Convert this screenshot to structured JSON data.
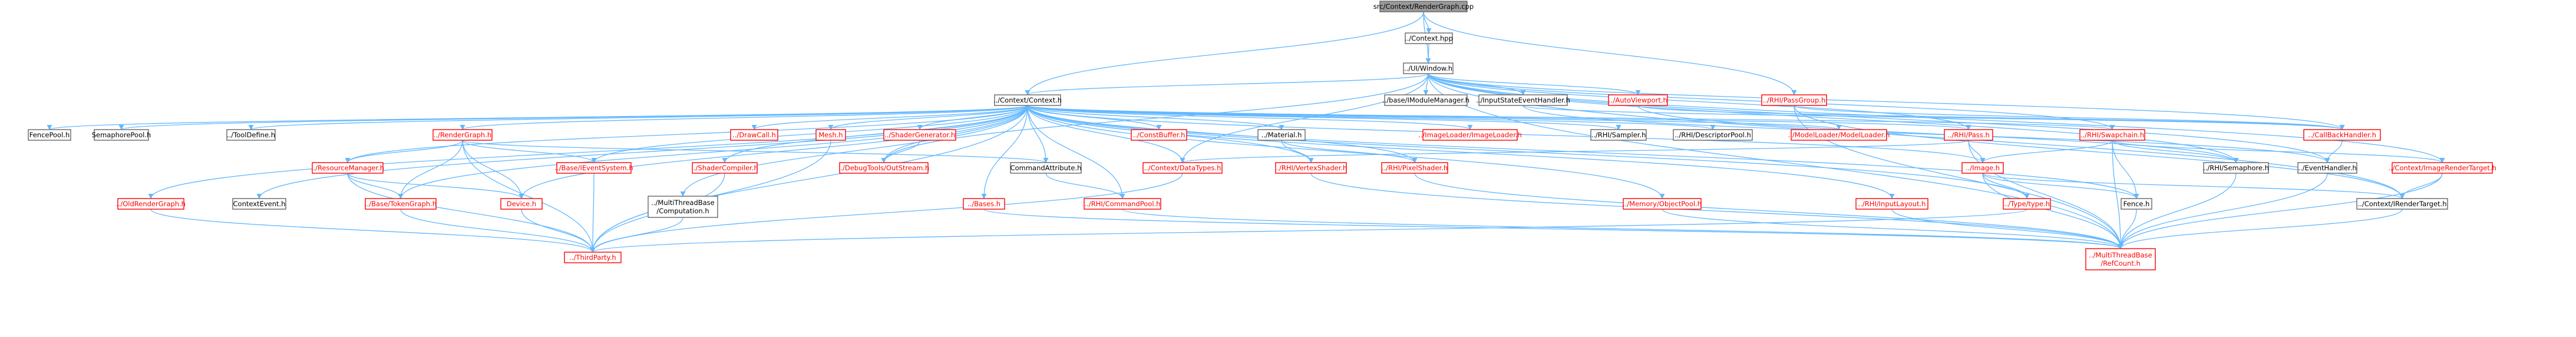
{
  "colors": {
    "root_fill": "#999999",
    "node_fill": "#ffffff",
    "node_border": "#666666",
    "red_text": "#ff0000",
    "black_text": "#000000",
    "edge": "#63b8ff"
  },
  "nodes": [
    {
      "id": "root",
      "label": "src/Context/RenderGraph.cpp",
      "style": "root"
    },
    {
      "id": "ctxhpp",
      "label": "../Context.hpp",
      "style": "black"
    },
    {
      "id": "uiwin",
      "label": "../UI/Window.h",
      "style": "black"
    },
    {
      "id": "ctxh",
      "label": "../Context/Context.h",
      "style": "black"
    },
    {
      "id": "basemod",
      "label": "../base/IModuleManager.h",
      "style": "black"
    },
    {
      "id": "inputstate",
      "label": "../InputStateEventHandler.h",
      "style": "black"
    },
    {
      "id": "autovp",
      "label": "../AutoViewport.h",
      "style": "red"
    },
    {
      "id": "passgroup",
      "label": "../RHI/PassGroup.h",
      "style": "red"
    },
    {
      "id": "fencepool",
      "label": "FencePool.h",
      "style": "black"
    },
    {
      "id": "sempool",
      "label": "SemaphorePool.h",
      "style": "black"
    },
    {
      "id": "tooldef",
      "label": "../ToolDefine.h",
      "style": "black"
    },
    {
      "id": "rendergraph",
      "label": "../RenderGraph.h",
      "style": "red"
    },
    {
      "id": "drawcall",
      "label": "../DrawCall.h",
      "style": "red"
    },
    {
      "id": "mesh",
      "label": "Mesh.h",
      "style": "red"
    },
    {
      "id": "shadergen",
      "label": "../ShaderGenerator.h",
      "style": "red"
    },
    {
      "id": "constbuf",
      "label": "../ConstBuffer.h",
      "style": "red"
    },
    {
      "id": "material",
      "label": "../Material.h",
      "style": "black"
    },
    {
      "id": "imgloader",
      "label": "../ImageLoader/ImageLoader.h",
      "style": "red"
    },
    {
      "id": "rhisampler",
      "label": "../RHI/Sampler.h",
      "style": "black"
    },
    {
      "id": "descpool",
      "label": "../RHI/DescriptorPool.h",
      "style": "black"
    },
    {
      "id": "modelloader",
      "label": "../ModelLoader/ModelLoader.h",
      "style": "red"
    },
    {
      "id": "rhipass",
      "label": "../RHI/Pass.h",
      "style": "red"
    },
    {
      "id": "swapchain",
      "label": "../RHI/Swapchain.h",
      "style": "red"
    },
    {
      "id": "callback",
      "label": "../CallBackHandler.h",
      "style": "red"
    },
    {
      "id": "oldrg",
      "label": "../OldRenderGraph.h",
      "style": "red"
    },
    {
      "id": "resmgr",
      "label": "../ResourceManager.h",
      "style": "red"
    },
    {
      "id": "basefs",
      "label": "../Base/IEventSystem.h",
      "style": "red"
    },
    {
      "id": "shadercomp",
      "label": "../ShaderCompiler.h",
      "style": "red"
    },
    {
      "id": "debugtools",
      "label": "../DebugTools/OutStream.h",
      "style": "red"
    },
    {
      "id": "cmdattr",
      "label": "CommandAttribute.h",
      "style": "black"
    },
    {
      "id": "datatypes",
      "label": "../Context/DataTypes.h",
      "style": "red"
    },
    {
      "id": "rhivs",
      "label": "../RHI/VertexShader.h",
      "style": "red"
    },
    {
      "id": "rhips",
      "label": "../RHI/PixelShader.h",
      "style": "red"
    },
    {
      "id": "image",
      "label": "../Image.h",
      "style": "red"
    },
    {
      "id": "rhisem",
      "label": "../RHI/Semaphore.h",
      "style": "black"
    },
    {
      "id": "eventhandler",
      "label": "../EventHandler.h",
      "style": "black"
    },
    {
      "id": "imgrt",
      "label": "../Context/ImageRenderTarget.h",
      "style": "red"
    },
    {
      "id": "ctxevent",
      "label": "ContextEvent.h",
      "style": "black"
    },
    {
      "id": "basetoken",
      "label": "../Base/TokenGraph.h",
      "style": "red"
    },
    {
      "id": "device",
      "label": "Device.h",
      "style": "red"
    },
    {
      "id": "mtcomp",
      "label": "../MultiThreadBase\n/Computation.h",
      "style": "black"
    },
    {
      "id": "bases",
      "label": "../Bases.h",
      "style": "red"
    },
    {
      "id": "cmdpool",
      "label": "../RHI/CommandPool.h",
      "style": "red"
    },
    {
      "id": "mempool",
      "label": "../Memory/ObjectPool.h",
      "style": "red"
    },
    {
      "id": "inputlayout",
      "label": "../RHI/InputLayout.h",
      "style": "red"
    },
    {
      "id": "typetype",
      "label": "../Type/type.h",
      "style": "red"
    },
    {
      "id": "fence",
      "label": "Fence.h",
      "style": "black"
    },
    {
      "id": "irendertarget",
      "label": "../Context/IRenderTarget.h",
      "style": "black"
    },
    {
      "id": "thirdparty",
      "label": "../ThirdParty.h",
      "style": "red"
    },
    {
      "id": "refcount",
      "label": "../MultiThreadBase\n/RefCount.h",
      "style": "red"
    }
  ],
  "edges": [
    [
      "root",
      "ctxhpp"
    ],
    [
      "root",
      "uiwin"
    ],
    [
      "root",
      "ctxh"
    ],
    [
      "root",
      "passgroup"
    ],
    [
      "ctxhpp",
      "uiwin"
    ],
    [
      "uiwin",
      "ctxh"
    ],
    [
      "uiwin",
      "basemod"
    ],
    [
      "uiwin",
      "inputstate"
    ],
    [
      "uiwin",
      "autovp"
    ],
    [
      "uiwin",
      "callback"
    ],
    [
      "uiwin",
      "rhipass"
    ],
    [
      "uiwin",
      "swapchain"
    ],
    [
      "uiwin",
      "eventhandler"
    ],
    [
      "uiwin",
      "imgrt"
    ],
    [
      "uiwin",
      "irendertarget"
    ],
    [
      "uiwin",
      "rhisem"
    ],
    [
      "uiwin",
      "datatypes"
    ],
    [
      "uiwin",
      "refcount"
    ],
    [
      "uiwin",
      "debugtools"
    ],
    [
      "ctxh",
      "fencepool"
    ],
    [
      "ctxh",
      "sempool"
    ],
    [
      "ctxh",
      "tooldef"
    ],
    [
      "ctxh",
      "rendergraph"
    ],
    [
      "ctxh",
      "drawcall"
    ],
    [
      "ctxh",
      "mesh"
    ],
    [
      "ctxh",
      "shadergen"
    ],
    [
      "ctxh",
      "constbuf"
    ],
    [
      "ctxh",
      "material"
    ],
    [
      "ctxh",
      "imgloader"
    ],
    [
      "ctxh",
      "rhisampler"
    ],
    [
      "ctxh",
      "descpool"
    ],
    [
      "ctxh",
      "modelloader"
    ],
    [
      "ctxh",
      "rhipass"
    ],
    [
      "ctxh",
      "swapchain"
    ],
    [
      "ctxh",
      "oldrg"
    ],
    [
      "ctxh",
      "ctxevent"
    ],
    [
      "ctxh",
      "device"
    ],
    [
      "ctxh",
      "mtcomp"
    ],
    [
      "ctxh",
      "bases"
    ],
    [
      "ctxh",
      "cmdpool"
    ],
    [
      "ctxh",
      "mempool"
    ],
    [
      "ctxh",
      "inputlayout"
    ],
    [
      "ctxh",
      "typetype"
    ],
    [
      "ctxh",
      "fence"
    ],
    [
      "ctxh",
      "image"
    ],
    [
      "ctxh",
      "cmdattr"
    ],
    [
      "ctxh",
      "datatypes"
    ],
    [
      "ctxh",
      "rhivs"
    ],
    [
      "ctxh",
      "rhips"
    ],
    [
      "ctxh",
      "basefs"
    ],
    [
      "ctxh",
      "shadercomp"
    ],
    [
      "ctxh",
      "debugtools"
    ],
    [
      "ctxh",
      "resmgr"
    ],
    [
      "ctxh",
      "basetoken"
    ],
    [
      "ctxh",
      "thirdparty"
    ],
    [
      "inputstate",
      "eventhandler"
    ],
    [
      "inputstate",
      "callback"
    ],
    [
      "autovp",
      "callback"
    ],
    [
      "autovp",
      "rhisem"
    ],
    [
      "callback",
      "eventhandler"
    ],
    [
      "passgroup",
      "callback"
    ],
    [
      "passgroup",
      "irendertarget"
    ],
    [
      "passgroup",
      "refcount"
    ],
    [
      "rendergraph",
      "resmgr"
    ],
    [
      "rendergraph",
      "basefs"
    ],
    [
      "rendergraph",
      "basetoken"
    ],
    [
      "rendergraph",
      "device"
    ],
    [
      "rendergraph",
      "thirdparty"
    ],
    [
      "rendergraph",
      "cmdattr"
    ],
    [
      "resmgr",
      "basetoken"
    ],
    [
      "resmgr",
      "device"
    ],
    [
      "resmgr",
      "thirdparty"
    ],
    [
      "oldrg",
      "thirdparty"
    ],
    [
      "basefs",
      "thirdparty"
    ],
    [
      "basetoken",
      "thirdparty"
    ],
    [
      "device",
      "thirdparty"
    ],
    [
      "mesh",
      "thirdparty"
    ],
    [
      "shadergen",
      "debugtools"
    ],
    [
      "material",
      "rhivs"
    ],
    [
      "material",
      "rhips"
    ],
    [
      "shadercomp",
      "thirdparty"
    ],
    [
      "mtcomp",
      "thirdparty"
    ],
    [
      "cmdattr",
      "cmdpool"
    ],
    [
      "datatypes",
      "thirdparty"
    ],
    [
      "rhivs",
      "refcount"
    ],
    [
      "rhips",
      "refcount"
    ],
    [
      "bases",
      "refcount"
    ],
    [
      "cmdpool",
      "refcount"
    ],
    [
      "mempool",
      "refcount"
    ],
    [
      "inputlayout",
      "refcount"
    ],
    [
      "typetype",
      "thirdparty"
    ],
    [
      "rhipass",
      "image"
    ],
    [
      "rhipass",
      "datatypes"
    ],
    [
      "rhipass",
      "refcount"
    ],
    [
      "swapchain",
      "rhisem"
    ],
    [
      "swapchain",
      "image"
    ],
    [
      "swapchain",
      "fence"
    ],
    [
      "swapchain",
      "imgrt"
    ],
    [
      "swapchain",
      "refcount"
    ],
    [
      "image",
      "typetype"
    ],
    [
      "image",
      "fence"
    ],
    [
      "image",
      "refcount"
    ],
    [
      "image",
      "irendertarget"
    ],
    [
      "rhisem",
      "refcount"
    ],
    [
      "fence",
      "refcount"
    ],
    [
      "eventhandler",
      "refcount"
    ],
    [
      "imgrt",
      "irendertarget"
    ],
    [
      "imgrt",
      "refcount"
    ],
    [
      "irendertarget",
      "refcount"
    ]
  ]
}
